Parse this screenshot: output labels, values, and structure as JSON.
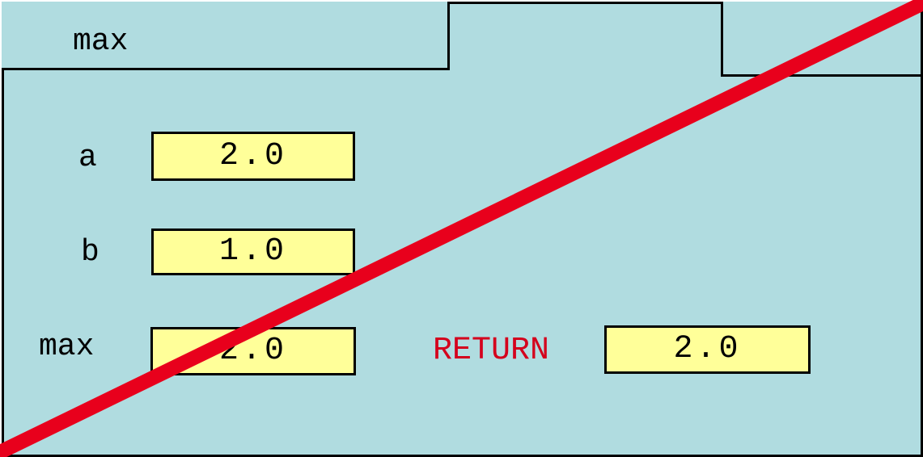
{
  "frame": {
    "title": "max"
  },
  "variables": [
    {
      "label": "a",
      "value": "2.0"
    },
    {
      "label": "b",
      "value": "1.0"
    },
    {
      "label": "max",
      "value": "2.0"
    }
  ],
  "return": {
    "label": "RETURN",
    "value": "2.0"
  },
  "colors": {
    "frame_background": "#b0dce0",
    "value_box": "#ffff99",
    "return_label": "#d4001c",
    "strike_line": "#e8001c",
    "border": "#000000"
  }
}
